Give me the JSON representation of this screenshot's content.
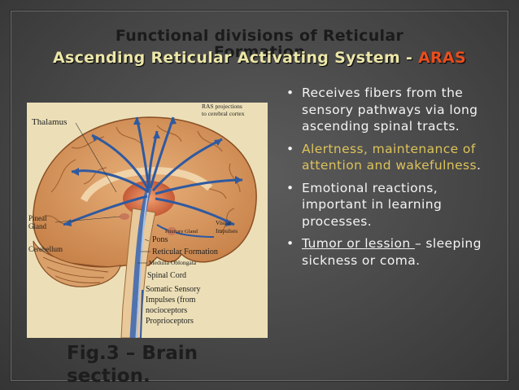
{
  "slide": {
    "title_line1": "Functional divisions of Reticular",
    "title_line2": "Formation",
    "subtitle_main": "Ascending Reticular Activating System",
    "subtitle_sep": " - ",
    "subtitle_acronym": "ARAS",
    "caption_line1": "Fig.3 – Brain",
    "caption_line2": "section.",
    "colors": {
      "background": "#474747",
      "highlight": "#dcc25a",
      "acronym": "#e84e1e",
      "subtitle": "#ece7a8"
    }
  },
  "bullets": [
    {
      "icon": "bullet-icon",
      "text": "Receives fibers from the sensory pathways via long ascending spinal tracts."
    },
    {
      "icon": "bullet-icon",
      "text": "Alertness, maintenance of attention and wakefulness",
      "suffix": "."
    },
    {
      "icon": "bullet-icon",
      "text": "Emotional reactions, important in learning processes."
    },
    {
      "icon": "bullet-icon",
      "underlined": "Tumor or lession ",
      "rest": "– sleeping sickness or coma."
    }
  ],
  "figure": {
    "labels": {
      "thalamus": "Thalamus",
      "ras_proj_1": "RAS projections",
      "ras_proj_2": "to cerebral cortex",
      "pineal_1": "Pineal",
      "pineal_2": "Gland",
      "cerebellum": "Cerebellum",
      "pituitary": "Pituitary Gland",
      "visual_1": "Visual",
      "visual_2": "Impulses",
      "pons": "Pons",
      "reticular": "Reticular Formation",
      "medulla": "Medulla Oblongata",
      "spinal": "Spinal Cord",
      "somatic_1": "Somatic Sensory",
      "somatic_2": "Impulses (from",
      "somatic_3": "nocioceptors",
      "somatic_4": "Proprioceptors"
    }
  }
}
